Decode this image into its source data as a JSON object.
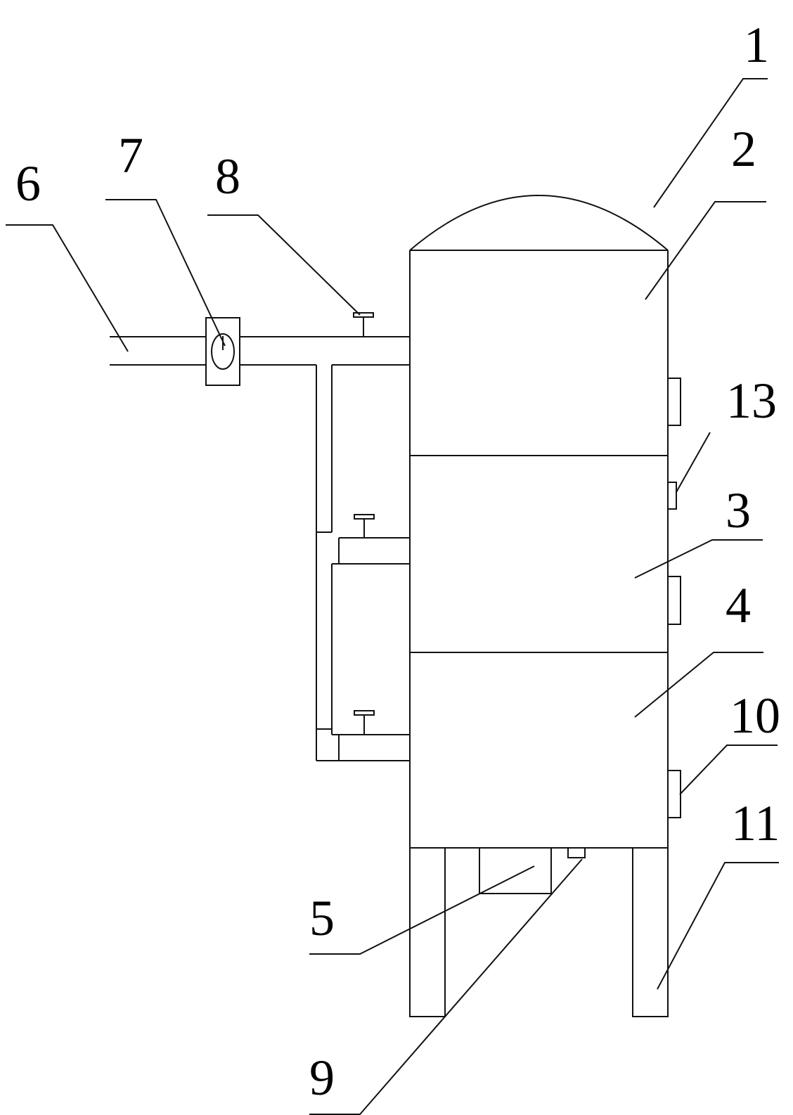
{
  "labels": {
    "l1": "1",
    "l2": "2",
    "l3": "3",
    "l4": "4",
    "l5": "5",
    "l6": "6",
    "l7": "7",
    "l8": "8",
    "l9": "9",
    "l10": "10",
    "l11": "11",
    "l13": "13"
  },
  "colors": {
    "line": "#111111",
    "background": "#ffffff"
  }
}
